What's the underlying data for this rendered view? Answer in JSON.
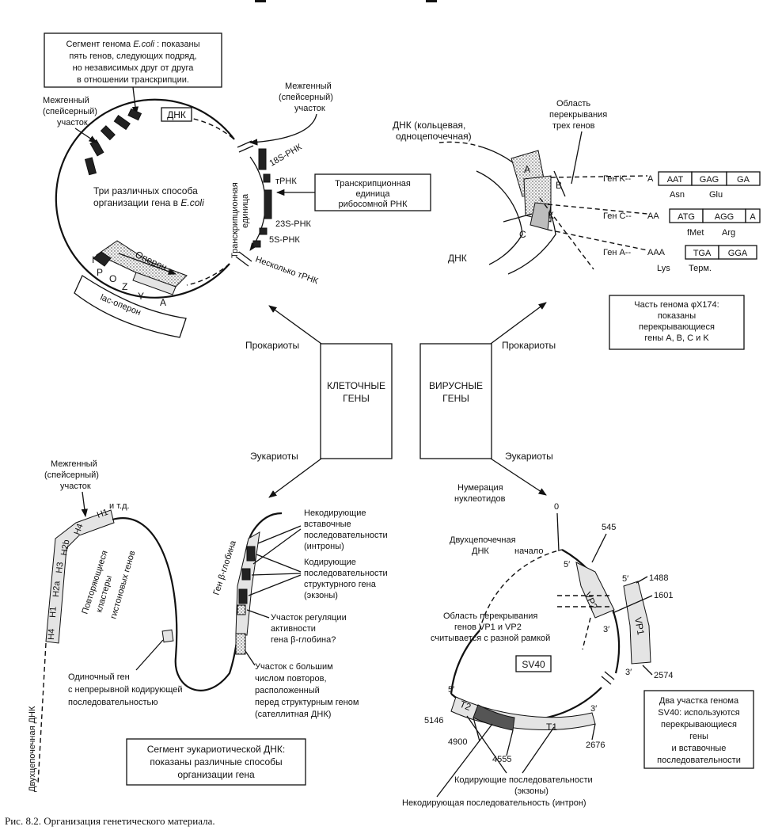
{
  "center": {
    "cellular": "КЛЕТОЧНЫЕ ГЕНЫ",
    "viral": "ВИРУСНЫЕ ГЕНЫ",
    "prokaryotes_left": "Прокариоты",
    "eukaryotes_left": "Эукариоты",
    "prokaryotes_right": "Прокариоты",
    "eukaryotes_right": "Эукариоты"
  },
  "ecoli": {
    "box_line1": "Сегмент генома ",
    "box_ecoli": "E.coli",
    "box_line1b": " : показаны",
    "box_line2": "пять генов, следующих подряд,",
    "box_line3": "но независимых друг от друга",
    "box_line4": "в отношении транскрипции.",
    "dna": "ДНК",
    "spacer_left_1": "Межгенный",
    "spacer_left_2": "(спейсерный)",
    "spacer_left_3": "участок",
    "spacer_right_1": "Межгенный",
    "spacer_right_2": "(спейсерный)",
    "spacer_right_3": "участок",
    "center_1": "Три различных способа",
    "center_2": "организации гена в ",
    "center_ecoli": "E.coli",
    "unit_vertical_1": "Транскрипционная",
    "unit_vertical_2": "единица",
    "rna_18s": "18S-РНК",
    "rna_t": "тРНК",
    "rna_23s": "23S-РНК",
    "rna_5s": "5S-РНК",
    "rna_several": "Несколько тРНК",
    "unit_box_1": "Транскрипционная",
    "unit_box_2": "единица",
    "unit_box_3": "рибосомной РНК",
    "operon": "Оперон",
    "gene_i": "I",
    "gene_p": "P",
    "gene_o": "O",
    "gene_z": "Z",
    "gene_y": "Y",
    "gene_a": "A",
    "lac_operon": "lac-оперон"
  },
  "phix": {
    "dna_1": "ДНК (кольцевая,",
    "dna_2": "одноцепочечная)",
    "overlap_1": "Область",
    "overlap_2": "перекрывания",
    "overlap_3": "трех генов",
    "gene_a": "A",
    "gene_b": "B",
    "gene_k": "K",
    "gene_c": "C",
    "dna_bottom": "ДНК",
    "rows": [
      {
        "label": "Ген  K--",
        "prefix": "A",
        "codons": [
          "AAT",
          "GAG",
          "GA"
        ],
        "aa": [
          "Asn",
          "Glu"
        ]
      },
      {
        "label": "Ген  C--",
        "prefix": "AA",
        "codons": [
          "ATG",
          "AGG",
          "A"
        ],
        "aa": [
          "fMet",
          "Arg"
        ]
      },
      {
        "label": "Ген  A--",
        "prefix": "AAA",
        "codons": [
          "TGA",
          "GGA"
        ],
        "aa": [
          "Lys",
          "Терм."
        ]
      }
    ],
    "box_1": "Часть генома φX174:",
    "box_2": "показаны",
    "box_3": "перекрывающиеся",
    "box_4": "гены A, B, C и K"
  },
  "euk": {
    "spacer_1": "Межгенный",
    "spacer_2": "(спейсерный)",
    "spacer_3": "участок",
    "h1": "H1",
    "etc": "и т.д.",
    "h4": "H4",
    "h2b": "H2b",
    "h3": "H3",
    "h2a": "H2a",
    "h1b": "H1",
    "h4b": "H4",
    "clusters_1": "Повторяющиеся",
    "clusters_2": "кластеры",
    "clusters_3": "гистоновых генов",
    "ds_dna": "Двухцепочечная ДНК",
    "globin_gene": "Ген β-глобина",
    "introns_1": "Некодирующие",
    "introns_2": "вставочные",
    "introns_3": "последовательности",
    "introns_4": "(интроны)",
    "exons_1": "Кодирующие",
    "exons_2": "последовательности",
    "exons_3": "структурного гена",
    "exons_4": "(экзоны)",
    "reg_1": "Участок регуляции",
    "reg_2": "активности",
    "reg_3": "гена β-глобина?",
    "sat_1": "Участок с большим",
    "sat_2": "числом повторов,",
    "sat_3": "расположенный",
    "sat_4": "перед структурным геном",
    "sat_5": "(сателлитная ДНК)",
    "single_1": "Одиночный ген",
    "single_2": "с непрерывной кодирующей",
    "single_3": "последовательностью",
    "box_1": "Сегмент эукариотической ДНК:",
    "box_2": "показаны различные способы",
    "box_3": "организации гена"
  },
  "sv40": {
    "numbering_1": "Нумерация",
    "numbering_2": "нуклеотидов",
    "zero": "0",
    "n545": "545",
    "ds_1": "Двухцепочечная",
    "ds_2": "ДНК",
    "start": "начало",
    "five_a": "5′",
    "vp2": "VP2",
    "five_b": "5′",
    "n1488": "1488",
    "n1601": "1601",
    "vp1": "VP1",
    "three_a": "3′",
    "three_b": "3′",
    "n2574": "2574",
    "overlap_1": "Область перекрывания",
    "overlap_2": "генов  VP1 и VP2",
    "overlap_3": "считывается с разной рамкой",
    "sv40": "SV40",
    "five_c": "5′",
    "t2": "T2",
    "t1": "T1",
    "three_c": "3′",
    "n5146": "5146",
    "n4900": "4900",
    "n4555": "4555",
    "n2676": "2676",
    "exons_1": "Кодирующие последовательности",
    "exons_2": "(экзоны)",
    "intron": "Некодирующая последовательность  (интрон)",
    "box_1": "Два участка генома",
    "box_2": "SV40: используются",
    "box_3": "перекрывающиеся",
    "box_4": "гены",
    "box_5": "и   вставочные",
    "box_6": "последовательности"
  },
  "caption": {
    "prefix": "Рис.  8.2.",
    "text": " Организация  генетического  материала."
  }
}
